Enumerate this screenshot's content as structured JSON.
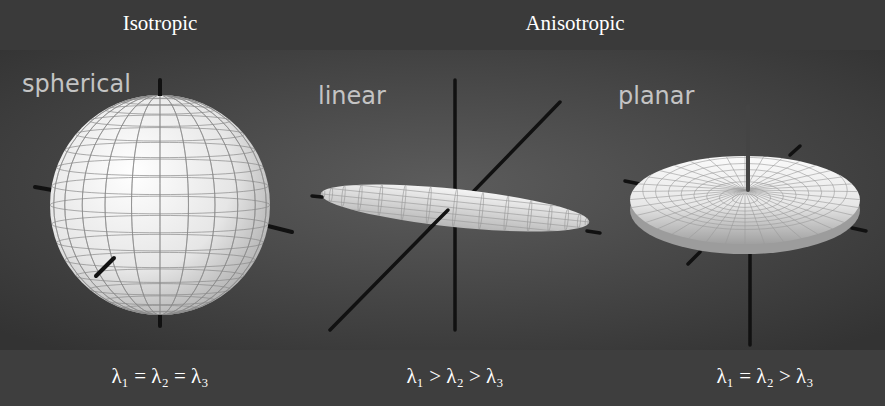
{
  "diagram": {
    "labels": [
      "Isotropic",
      "Anisotropic",
      "spherical",
      "linear",
      "planar",
      "λ₁ = λ₂ = λ₃",
      "λ₁ > λ₂ > λ₃",
      "λ₁ = λ₂ > λ₃"
    ]
  }
}
